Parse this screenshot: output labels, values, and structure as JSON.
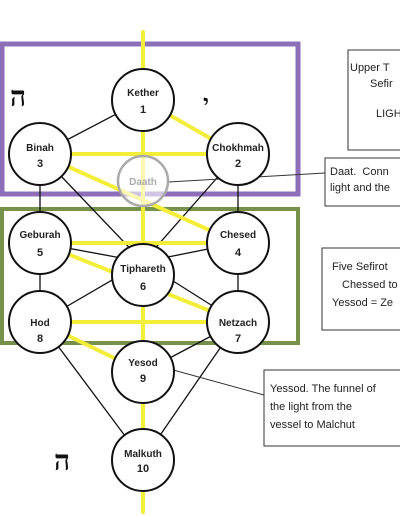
{
  "sefirot": [
    {
      "id": "kether",
      "name": "Kether",
      "num": "1"
    },
    {
      "id": "chokhmah",
      "name": "Chokhmah",
      "num": "2"
    },
    {
      "id": "binah",
      "name": "Binah",
      "num": "3"
    },
    {
      "id": "daath",
      "name": "Daath",
      "num": ""
    },
    {
      "id": "chesed",
      "name": "Chesed",
      "num": "4"
    },
    {
      "id": "geburah",
      "name": "Geburah",
      "num": "5"
    },
    {
      "id": "tiphareth",
      "name": "Tiphareth",
      "num": "6"
    },
    {
      "id": "netzach",
      "name": "Netzach",
      "num": "7"
    },
    {
      "id": "hod",
      "name": "Hod",
      "num": "8"
    },
    {
      "id": "yesod",
      "name": "Yesod",
      "num": "9"
    },
    {
      "id": "malkuth",
      "name": "Malkuth",
      "num": "10"
    }
  ],
  "hebrew": {
    "he_top": "ה",
    "yod": "י",
    "he_bottom": "ה"
  },
  "notes": {
    "upper": {
      "line1": "Upper T",
      "line2": "Sefir",
      "line3": "LIGH"
    },
    "daat": {
      "line1": "Daat.  Conn",
      "line2": "light and the"
    },
    "five": {
      "line1": "Five Sefirot",
      "line2": "Chessed to",
      "line3": "Yessod = Ze"
    },
    "yessod": {
      "line1": "Yessod. The funnel of",
      "line2": "the light from the",
      "line3": "vessel to Malchut"
    }
  },
  "colors": {
    "purple": "#8c6fb8",
    "green": "#76924a",
    "yellow": "#f3ee3a",
    "node_stroke": "#111111",
    "daath_stroke": "#aaaaaa"
  }
}
